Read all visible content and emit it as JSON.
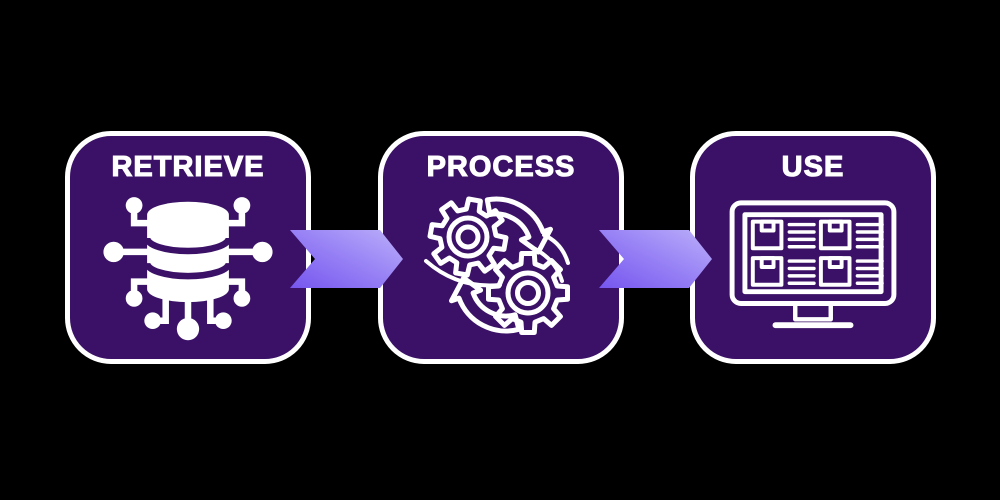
{
  "diagram": {
    "title": "Retrieve Process Use flow",
    "background_color": "#000000",
    "steps": [
      {
        "label": "RETRIEVE",
        "icon": "database-network-icon"
      },
      {
        "label": "PROCESS",
        "icon": "gears-sync-icon"
      },
      {
        "label": "USE",
        "icon": "monitor-inventory-icon"
      }
    ],
    "connector": {
      "icon": "chevron-arrow-right",
      "gradient_from": "#7656EF",
      "gradient_mid": "#9781F5",
      "gradient_to": "#BCB0FA"
    },
    "colors": {
      "box_fill": "#3A1166",
      "box_border": "#FFFFFF",
      "label_text": "#FFFFFF",
      "icon_stroke": "#FFFFFF"
    }
  }
}
